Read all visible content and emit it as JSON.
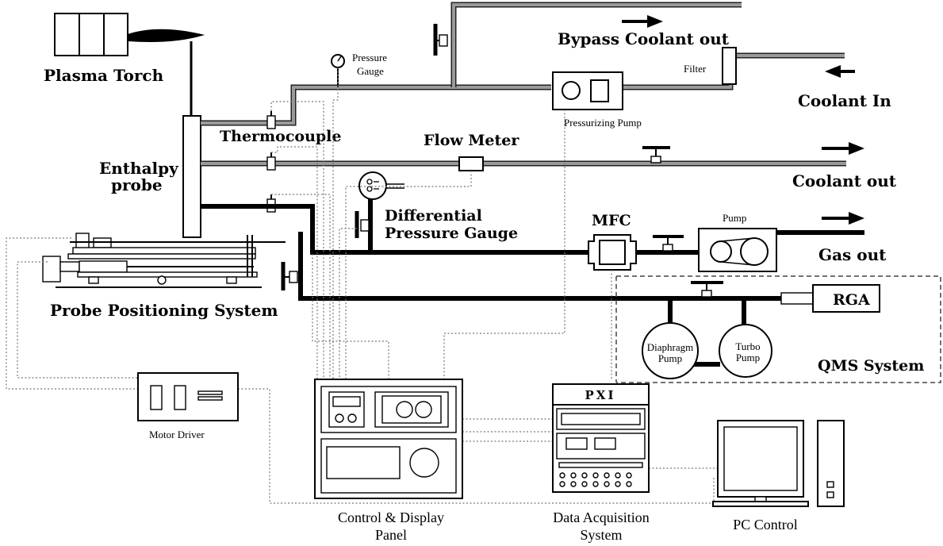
{
  "labels": {
    "plasma_torch": "Plasma Torch",
    "pressure_gauge_1": "Pressure",
    "pressure_gauge_2": "Gauge",
    "bypass_coolant_out": "Bypass Coolant out",
    "filter": "Filter",
    "coolant_in": "Coolant In",
    "pressurizing_pump": "Pressurizing Pump",
    "thermocouple": "Thermocouple",
    "flow_meter": "Flow Meter",
    "coolant_out": "Coolant out",
    "enthalpy_probe_1": "Enthalpy",
    "enthalpy_probe_2": "probe",
    "differential_pressure_gauge_1": "Differential",
    "differential_pressure_gauge_2": "Pressure Gauge",
    "mfc": "MFC",
    "pump": "Pump",
    "gas_out": "Gas out",
    "rga": "RGA",
    "probe_positioning_system": "Probe Positioning System",
    "diaphragm_pump_1": "Diaphragm",
    "diaphragm_pump_2": "Pump",
    "turbo_pump_1": "Turbo",
    "turbo_pump_2": "Pump",
    "qms_system": "QMS System",
    "motor_driver": "Motor Driver",
    "pxi": "PXI",
    "control_display_panel_1": "Control & Display",
    "control_display_panel_2": "Panel",
    "data_acquisition_system_1": "Data Acquisition",
    "data_acquisition_system_2": "System",
    "pc_control": "PC Control"
  }
}
